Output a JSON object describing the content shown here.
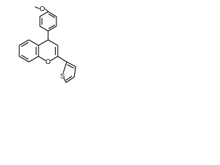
{
  "molecule": {
    "atoms": {
      "methoxy_oxygen": "O",
      "ring_oxygen": "O",
      "thiophene_sulfur": "S"
    }
  },
  "colors": {
    "bond": "#000000",
    "background": "#ffffff"
  }
}
